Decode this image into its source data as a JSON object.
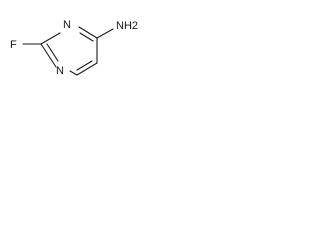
{
  "molecule": {
    "atoms": {
      "fluorine": "F",
      "nitrogen_top": "N",
      "nitrogen_bottom": "N",
      "amino": "NH2"
    }
  }
}
